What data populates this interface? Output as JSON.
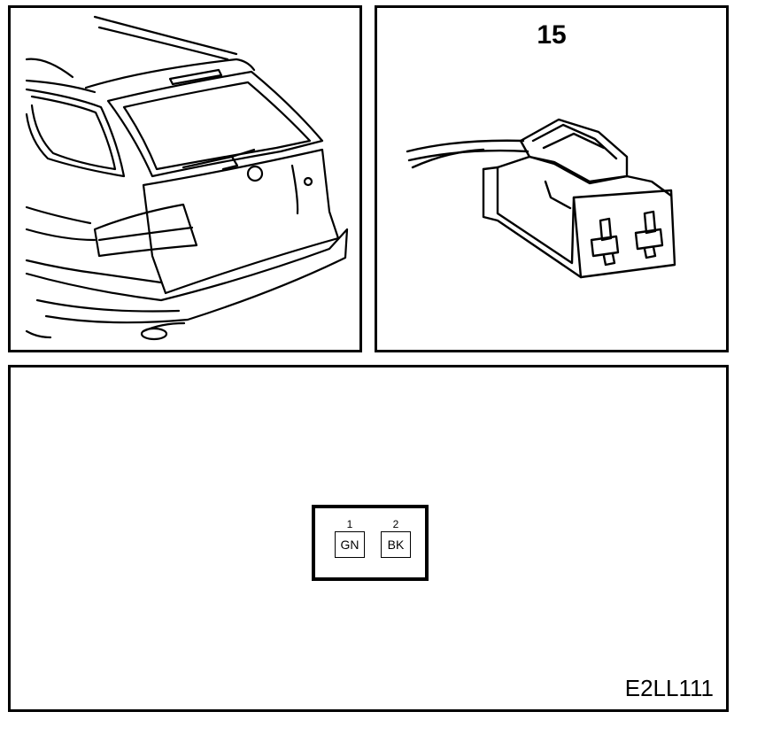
{
  "connector": {
    "number": "15"
  },
  "pinout": {
    "pins": [
      {
        "number": "1",
        "wire_color": "GN"
      },
      {
        "number": "2",
        "wire_color": "BK"
      }
    ]
  },
  "figure_code": "E2LL111"
}
